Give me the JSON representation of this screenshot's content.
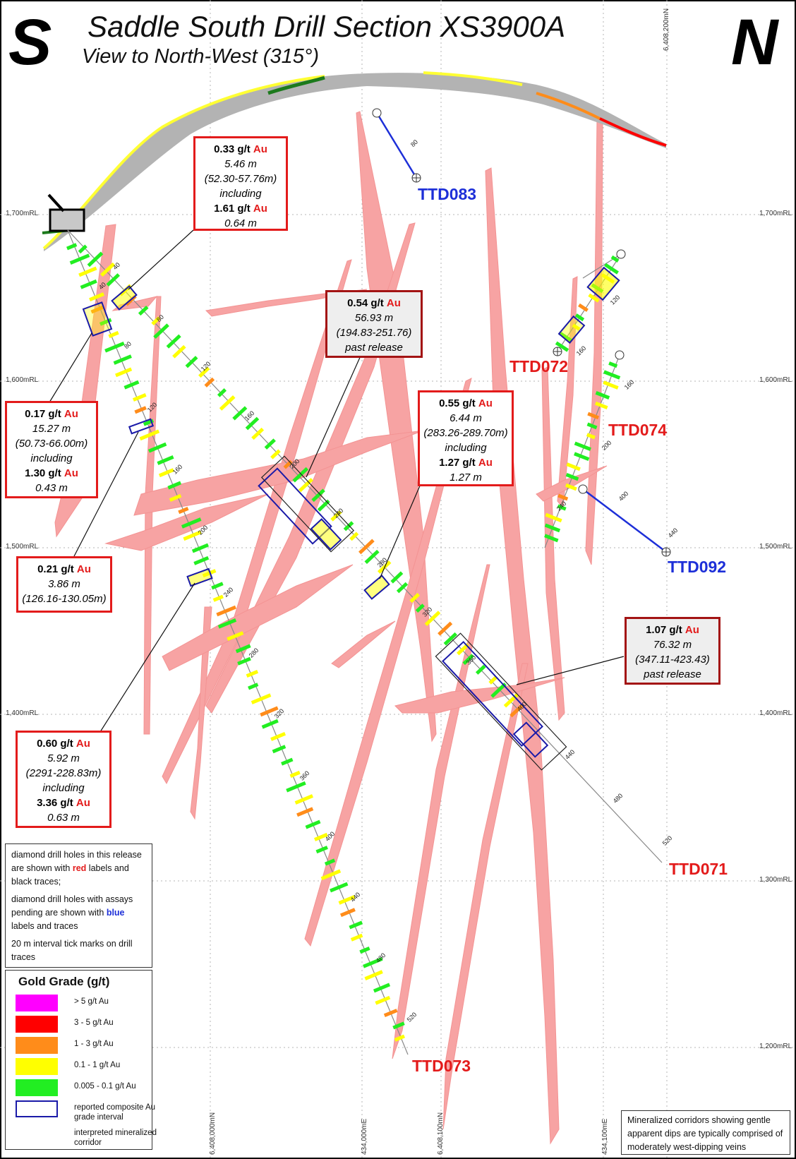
{
  "header": {
    "title": "Saddle South Drill Section XS3900A",
    "subtitle": "View to North-West (315°)",
    "left_compass": "S",
    "right_compass": "N"
  },
  "grid": {
    "elevations": [
      "1,700mRL",
      "1,600mRL",
      "1,500mRL",
      "1,400mRL",
      "1,300mRL",
      "1,200mRL"
    ],
    "eastings": [
      "6,408,200mN",
      "6,408,000mN",
      "434,000mE",
      "6,408,100mN",
      "434,100mE"
    ]
  },
  "holes": {
    "TTD083": "TTD083",
    "TTD072": "TTD072",
    "TTD074": "TTD074",
    "TTD092": "TTD092",
    "TTD071": "TTD071",
    "TTD073": "TTD073"
  },
  "depth_ticks": {
    "ttd073": [
      "40",
      "80",
      "120",
      "160",
      "200",
      "240",
      "280",
      "320",
      "360",
      "400",
      "440",
      "480",
      "520"
    ],
    "ttd071": [
      "40",
      "80",
      "120",
      "160",
      "200",
      "240",
      "280",
      "320",
      "360",
      "400",
      "440",
      "480",
      "520"
    ],
    "ttd083": [
      "80"
    ],
    "ttd072": [
      "120",
      "160"
    ],
    "ttd074": [
      "160",
      "200",
      "240"
    ],
    "ttd092": [
      "400",
      "440"
    ]
  },
  "callouts": {
    "c1": {
      "grade1": "0.33 g/t",
      "au": "Au",
      "len1": "5.46 m",
      "range": "(52.30-57.76m)",
      "incl": "including",
      "grade2": "1.61 g/t",
      "len2": "0.64 m"
    },
    "c2": {
      "grade1": "0.17 g/t",
      "au": "Au",
      "len1": "15.27 m",
      "range": "(50.73-66.00m)",
      "incl": "including",
      "grade2": "1.30 g/t",
      "len2": "0.43 m"
    },
    "c3": {
      "grade1": "0.21 g/t",
      "au": "Au",
      "len1": "3.86 m",
      "range": "(126.16-130.05m)"
    },
    "c4": {
      "grade1": "0.60 g/t",
      "au": "Au",
      "len1": "5.92 m",
      "range": "(2291-228.83m)",
      "incl": "including",
      "grade2": "3.36 g/t",
      "len2": "0.63 m"
    },
    "c5": {
      "grade1": "0.54 g/t",
      "au": "Au",
      "len1": "56.93 m",
      "range": "(194.83-251.76)",
      "note": "past release"
    },
    "c6": {
      "grade1": "0.55 g/t",
      "au": "Au",
      "len1": "6.44 m",
      "range": "(283.26-289.70m)",
      "incl": "including",
      "grade2": "1.27 g/t",
      "len2": "1.27 m"
    },
    "c7": {
      "grade1": "1.07 g/t",
      "au": "Au",
      "len1": "76.32 m",
      "range": "(347.11-423.43)",
      "note": "past release"
    }
  },
  "legend": {
    "line1a": "diamond drill holes in this release are shown with ",
    "line1b": "red",
    "line1c": " labels and black traces;",
    "line2a": "diamond drill holes with assays pending are shown with ",
    "line2b": "blue",
    "line2c": " labels and traces",
    "line3": "20 m interval tick marks on drill traces"
  },
  "grade_legend": {
    "title": "Gold Grade (g/t)",
    "items": [
      {
        "label": "> 5 g/t Au",
        "color": "#ff00ff"
      },
      {
        "label": "3 - 5 g/t Au",
        "color": "#ff0000"
      },
      {
        "label": "1 - 3 g/t Au",
        "color": "#ff8c1a"
      },
      {
        "label": "0.1 - 1 g/t Au",
        "color": "#ffff00"
      },
      {
        "label": "0.005 - 0.1 g/t Au",
        "color": "#22ee22"
      },
      {
        "label": "reported composite Au grade interval",
        "color": "#1a1aa8"
      },
      {
        "label": "interpreted mineralized corridor",
        "color": "#f7a3a3"
      }
    ]
  },
  "note": "Mineralized corridors showing gentle apparent dips are typically comprised of moderately west-dipping veins",
  "colors": {
    "corridor": "#f7a3a3",
    "release_label": "#e31b1b",
    "pending_label": "#1d2fd8",
    "composite_box": "#1a1aa8"
  }
}
